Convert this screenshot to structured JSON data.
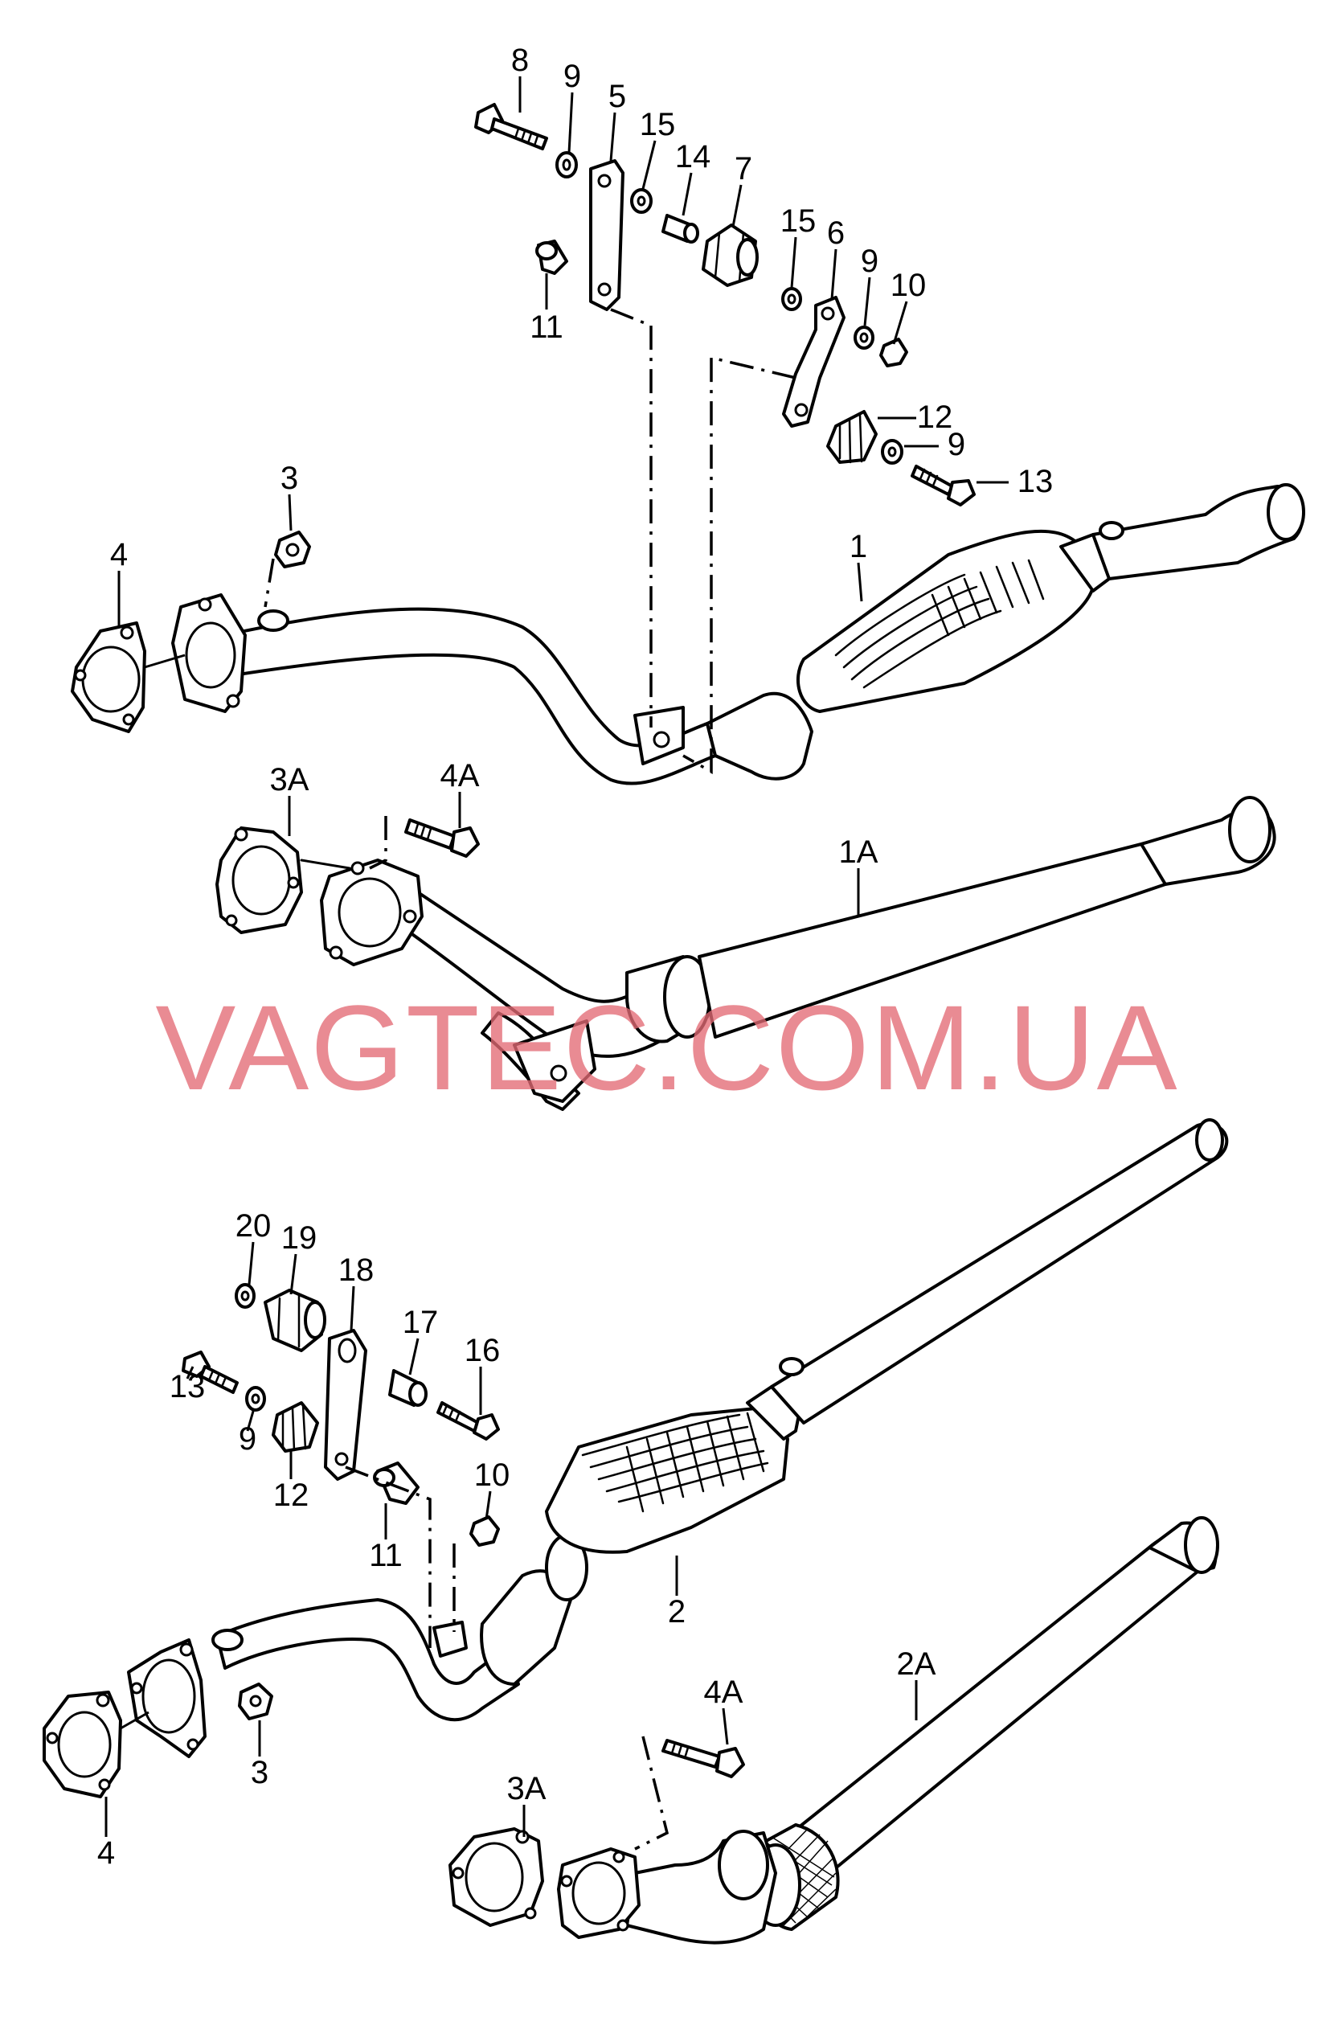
{
  "watermark": "VAGTEC.COM.UA",
  "labels": {
    "p1": "1",
    "p1a": "1A",
    "p2": "2",
    "p2a": "2A",
    "p3_top": "3",
    "p3_bottom": "3",
    "p3a_top": "3A",
    "p3a_bottom": "3A",
    "p4_top": "4",
    "p4_bottom": "4",
    "p4a_top": "4A",
    "p4a_bottom": "4A",
    "p5": "5",
    "p6": "6",
    "p7": "7",
    "p8": "8",
    "p9_a": "9",
    "p9_b": "9",
    "p9_c": "9",
    "p9_d": "9",
    "p10_top": "10",
    "p10_bottom": "10",
    "p11_top": "11",
    "p11_bottom": "11",
    "p12_top": "12",
    "p12_bottom": "12",
    "p13_top": "13",
    "p13_bottom": "13",
    "p14": "14",
    "p15_a": "15",
    "p15_b": "15",
    "p16": "16",
    "p17": "17",
    "p18": "18",
    "p19": "19",
    "p20": "20"
  }
}
